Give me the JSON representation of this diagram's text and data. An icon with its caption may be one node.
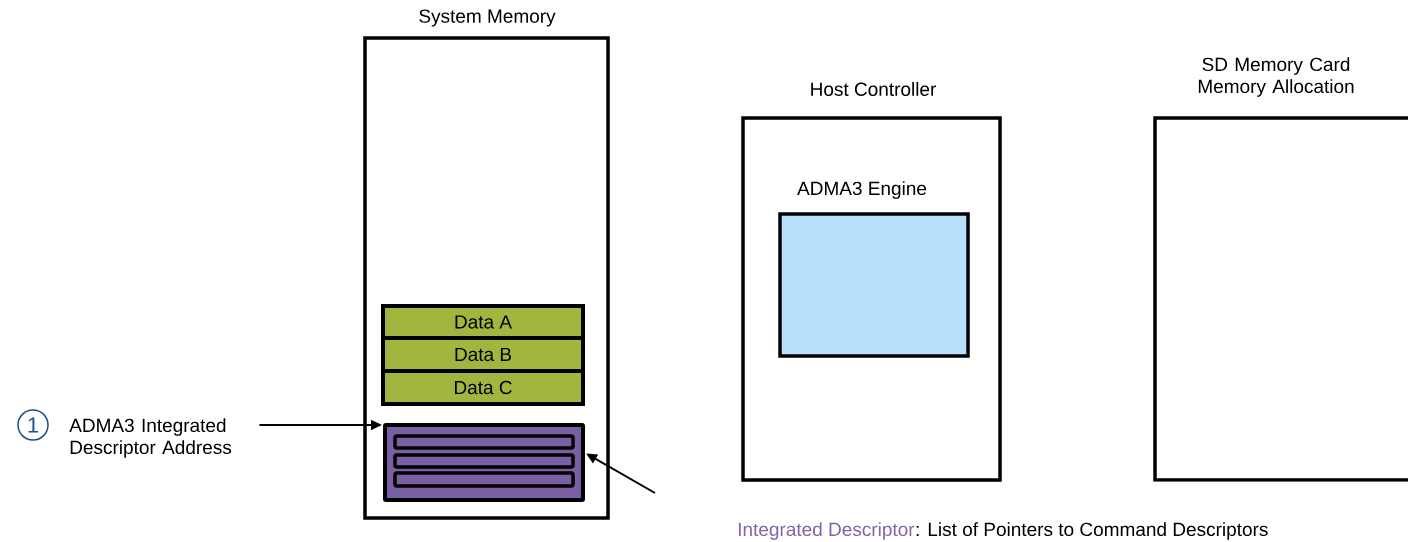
{
  "diagram": {
    "nodes": [
      {
        "text": [
          "System Memory"
        ]
      },
      {
        "text": [
          "Data A"
        ],
        "in": 0
      },
      {
        "text": [
          "Data B"
        ],
        "in": 0
      },
      {
        "text": [
          "Data C"
        ],
        "in": 0
      },
      {
        "text": [],
        "shape": "box",
        "in": 0
      },
      {
        "text": [],
        "shape": "bar",
        "in": 4
      },
      {
        "text": [],
        "shape": "bar",
        "in": 4
      },
      {
        "text": [],
        "shape": "bar",
        "in": 4
      },
      {
        "text": [
          "Host Controller"
        ]
      },
      {
        "text": [
          "ADMA3 Engine"
        ],
        "in": 8
      },
      {
        "text": [
          "SD Memory Card Memory Allocation"
        ]
      },
      {
        "text": [
          "1"
        ]
      },
      {
        "text": [
          "ADMA3 Integrated Descriptor Address"
        ]
      }
    ],
    "edges": [
      {
        "from": 12,
        "to": 4,
        "arrow": "to"
      },
      {
        "from": null,
        "to": 4,
        "arrow": "to"
      }
    ],
    "labels": [
      "Integrated Descriptor",
      ": List of Pointers to Command Descriptors"
    ]
  }
}
